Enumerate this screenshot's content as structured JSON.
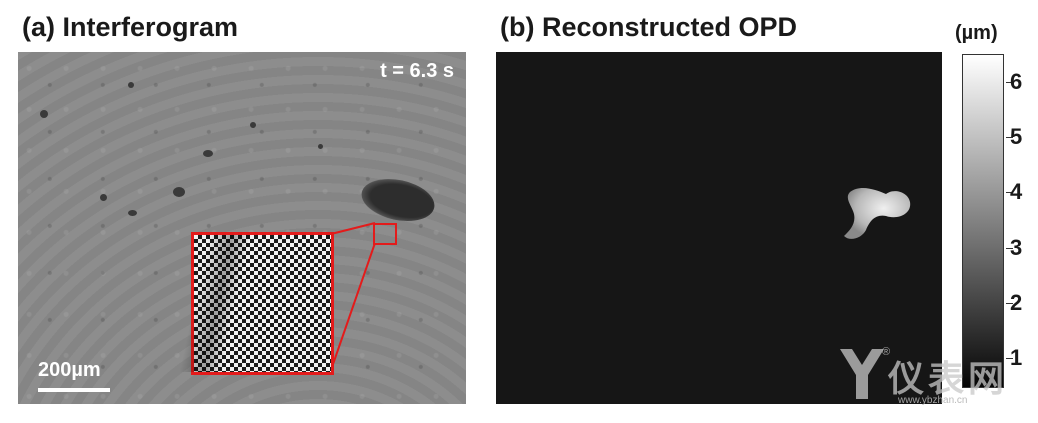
{
  "panel_a": {
    "title": "(a) Interferogram",
    "time": "t = 6.3 s",
    "scale": "200µm"
  },
  "panel_b": {
    "title": "(b) Reconstructed OPD"
  },
  "colorbar": {
    "unit": "(µm)",
    "ticks": [
      "6",
      "5",
      "4",
      "3",
      "2",
      "1"
    ],
    "min_value": 0.5,
    "max_value": 6.5
  },
  "colors": {
    "inset_border": "#e31b1b",
    "background": "#ffffff"
  },
  "watermark": {
    "text": "仪表网",
    "url": "www.ybzhan.cn",
    "registered": "®"
  }
}
